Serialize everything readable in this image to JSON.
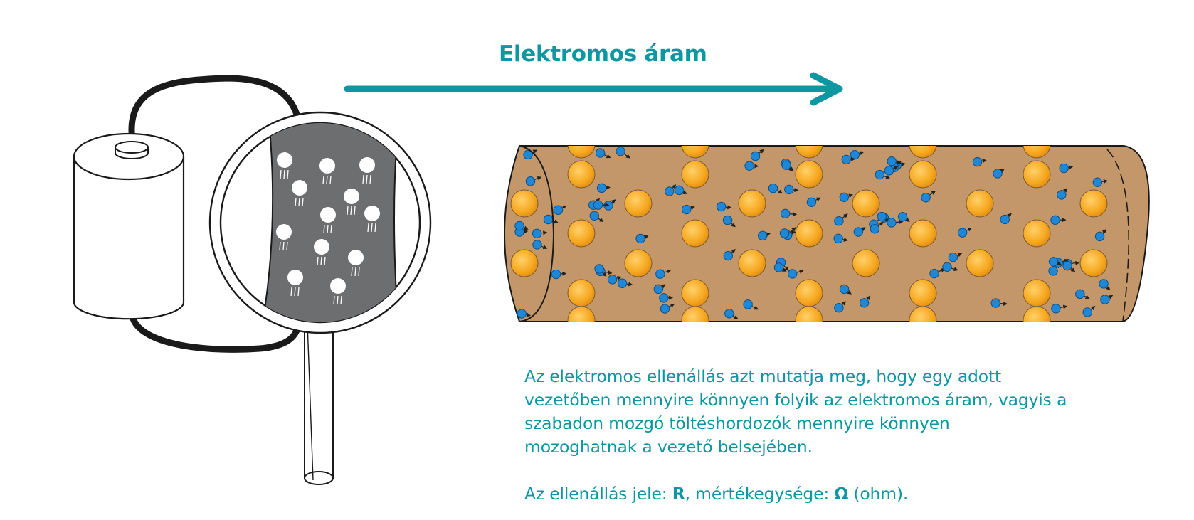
{
  "arrow_label": "Elektromos áram",
  "description": {
    "line1": "Az elektromos ellenállás azt mutatja meg, hogy egy adott",
    "line2": "vezetőben mennyire könnyen folyik az elektromos áram, vagyis a",
    "line3": "szabadon mozgó töltéshordozók mennyire könnyen",
    "line4": "mozoghatnak a vezető belsejében."
  },
  "symbol_line": {
    "prefix": "Az ellenállás jele: ",
    "symbol": "R",
    "middle": ", mértékegysége: ",
    "unit": "Ω",
    "suffix": " (ohm)."
  },
  "colors": {
    "accent": "#0e97a2",
    "conductor": "#c4976a",
    "ion": "#f5a623",
    "electron": "#1f88d6",
    "magnifier_interior": "#6d6e70"
  },
  "icons": [
    "battery-icon",
    "magnifying-glass-icon",
    "current-arrow-icon",
    "ion-icon",
    "electron-icon"
  ]
}
